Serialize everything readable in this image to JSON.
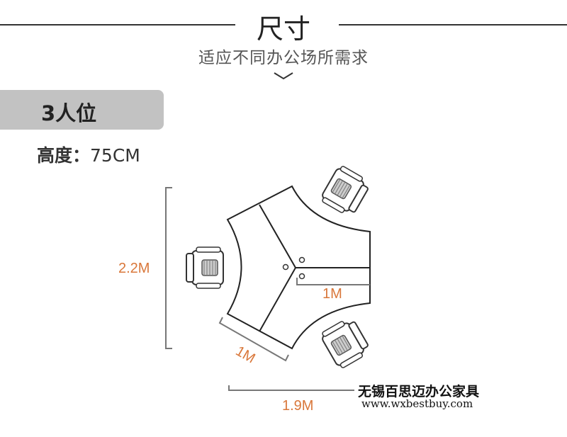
{
  "header": {
    "title": "尺寸",
    "subtitle": "适应不同办公场所需求",
    "chevron_icon": "chevron-down-icon"
  },
  "tab": {
    "label": "3人位"
  },
  "spec": {
    "height_label": "高度：",
    "height_value": "75CM"
  },
  "dimensions": {
    "overall_height": "2.2M",
    "arm_length_right": "1M",
    "arm_length_left": "1M",
    "overall_width": "1.9M"
  },
  "watermark": {
    "company": "无锡百思迈办公家具",
    "url": "www.wxbestbuy.com"
  },
  "colors": {
    "dimension_text": "#d9773a",
    "tab_bg": "#c2c2c2"
  }
}
